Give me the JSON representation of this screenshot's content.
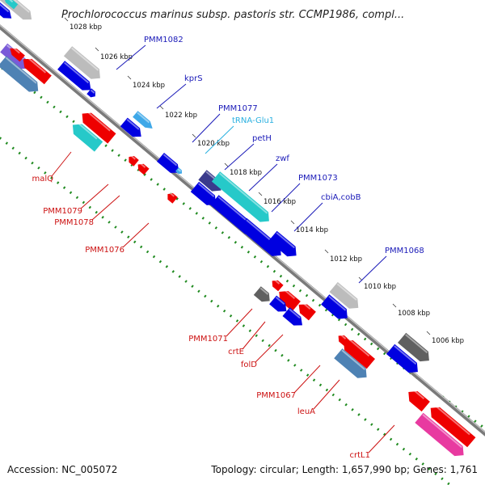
{
  "title": "Prochlorococcus marinus subsp. pastoris str. CCMP1986, compl...",
  "footer": {
    "accession": "Accession: NC_005072",
    "topology": "Topology: circular; Length: 1,657,990 bp; Genes: 1,761"
  },
  "colors": {
    "backbone": "#7a7a7a",
    "gc_dots": "#1f8a1f",
    "forward_label": "#1a1ab8",
    "reverse_label": "#cc1111",
    "trna_label": "#2ab0e0",
    "blue": "#0000e0",
    "red": "#ee0000",
    "cyan": "#26c9c9",
    "gray": "#bcbcbc",
    "dark_gray": "#606060",
    "navy": "#3a3a8c",
    "steel": "#4e82b4",
    "light_blue": "#3ea8e8",
    "purple": "#7a5ad8",
    "pink": "#e83aa0"
  },
  "kbp_ticks": [
    "1028 kbp",
    "1026 kbp",
    "1024 kbp",
    "1022 kbp",
    "1020 kbp",
    "1018 kbp",
    "1016 kbp",
    "1014 kbp",
    "1012 kbp",
    "1010 kbp",
    "1008 kbp",
    "1006 kbp"
  ],
  "forward_labels": [
    "PMM1082",
    "kprS",
    "PMM1077",
    "tRNA-Glu1",
    "petH",
    "zwf",
    "PMM1073",
    "cbiA,cobB",
    "PMM1068"
  ],
  "reverse_labels": [
    "malQ",
    "PMM1079",
    "PMM1078",
    "PMM1076",
    "PMM1071",
    "crtE",
    "folD",
    "PMM1067",
    "leuA",
    "crtL1"
  ]
}
